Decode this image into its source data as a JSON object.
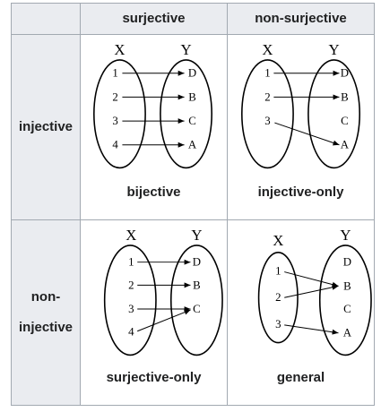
{
  "table": {
    "column_headers": [
      "surjective",
      "non-surjective"
    ],
    "row_headers": [
      "injective",
      "non-\ninjective"
    ]
  },
  "diagrams": {
    "bijective": {
      "caption": "bijective",
      "set_x": "X",
      "set_y": "Y",
      "domain": [
        "1",
        "2",
        "3",
        "4"
      ],
      "codomain": [
        "D",
        "B",
        "C",
        "A"
      ]
    },
    "injective_only": {
      "caption": "injective-only",
      "set_x": "X",
      "set_y": "Y",
      "domain": [
        "1",
        "2",
        "3"
      ],
      "codomain": [
        "D",
        "B",
        "C",
        "A"
      ]
    },
    "surjective_only": {
      "caption": "surjective-only",
      "set_x": "X",
      "set_y": "Y",
      "domain": [
        "1",
        "2",
        "3",
        "4"
      ],
      "codomain": [
        "D",
        "B",
        "C"
      ]
    },
    "general": {
      "caption": "general",
      "set_x": "X",
      "set_y": "Y",
      "domain": [
        "1",
        "2",
        "3"
      ],
      "codomain": [
        "D",
        "B",
        "C",
        "A"
      ]
    }
  }
}
